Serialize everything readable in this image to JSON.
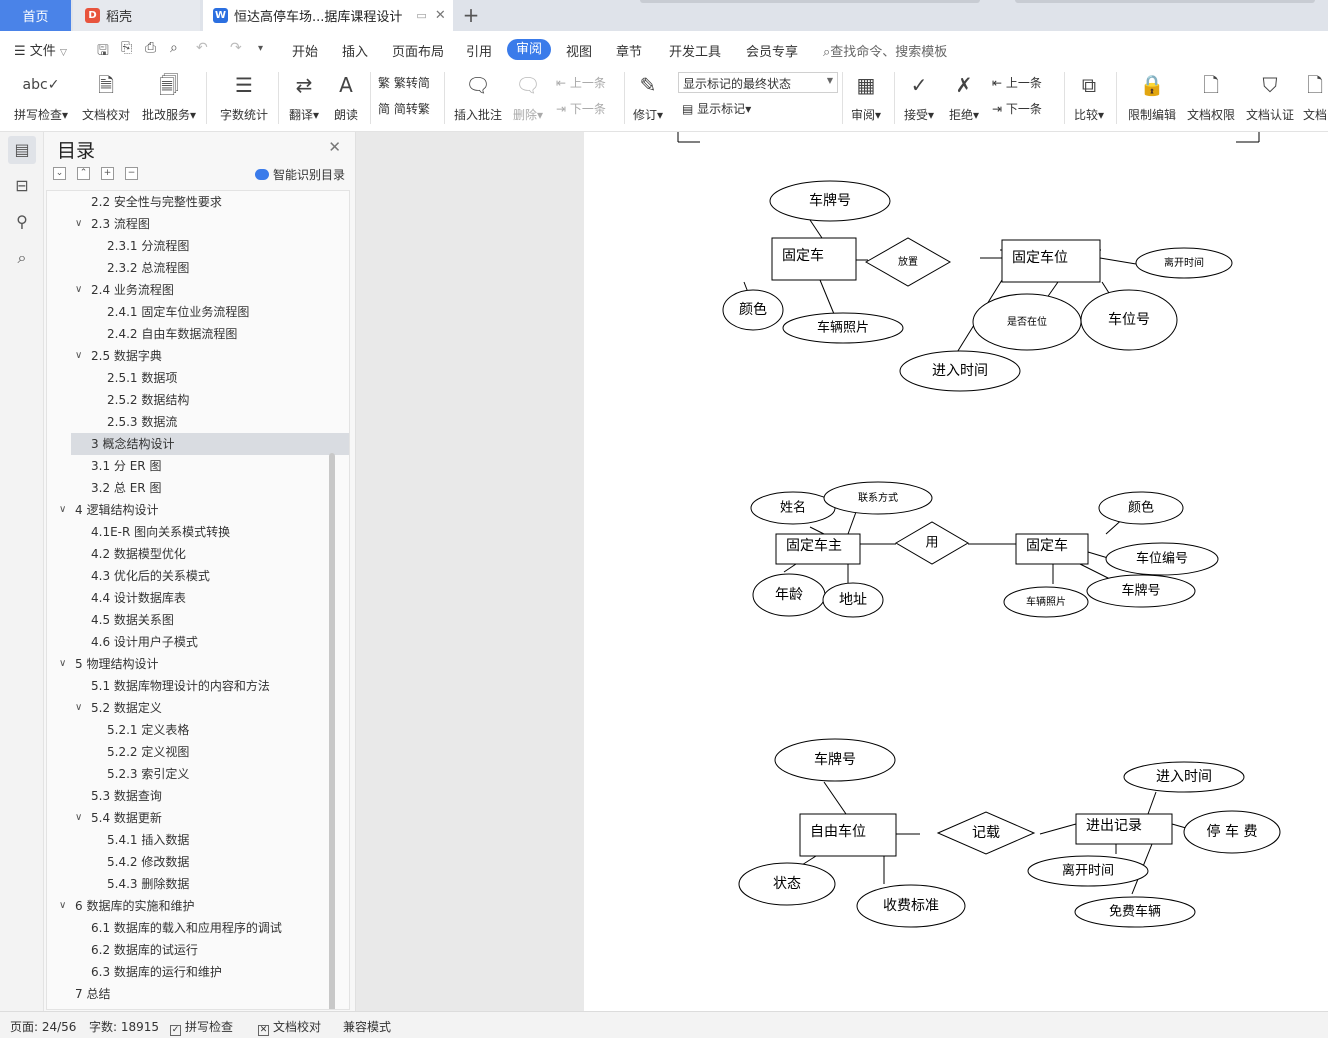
{
  "tabs": {
    "home": "首页",
    "daoke": "稻壳",
    "doc": "恒达高停车场...据库课程设计"
  },
  "menu": {
    "file": "文件",
    "items": [
      "开始",
      "插入",
      "页面布局",
      "引用",
      "审阅",
      "视图",
      "章节",
      "开发工具",
      "会员专享"
    ],
    "search": "查找命令、搜索模板"
  },
  "ribbon": {
    "spell_check": "拼写检查",
    "doc_proof": "文档校对",
    "revise_service": "批改服务",
    "word_count": "字数统计",
    "translate": "翻译",
    "read_aloud": "朗读",
    "trad_simp": "繁转简",
    "simp_trad": "简转繁",
    "insert_comment": "插入批注",
    "delete": "删除",
    "prev_comment": "上一条",
    "next_comment": "下一条",
    "track": "修订",
    "markup_state": "显示标记的最终状态",
    "show_markup": "显示标记",
    "review": "审阅",
    "accept": "接受",
    "reject": "拒绝",
    "prev_change": "上一条",
    "next_change": "下一条",
    "compare": "比较",
    "restrict": "限制编辑",
    "doc_perm": "文档权限",
    "doc_cert": "文档认证",
    "doc_more": "文档"
  },
  "toc": {
    "title": "目录",
    "smart": "智能识别目录",
    "items": [
      {
        "label": "2.2 安全性与完整性要求",
        "level": 2,
        "caret": false
      },
      {
        "label": "2.3 流程图",
        "level": 2,
        "caret": true
      },
      {
        "label": "2.3.1 分流程图",
        "level": 3,
        "caret": false
      },
      {
        "label": "2.3.2 总流程图",
        "level": 3,
        "caret": false
      },
      {
        "label": "2.4 业务流程图",
        "level": 2,
        "caret": true
      },
      {
        "label": "2.4.1 固定车位业务流程图",
        "level": 3,
        "caret": false
      },
      {
        "label": "2.4.2 自由车数据流程图",
        "level": 3,
        "caret": false
      },
      {
        "label": "2.5 数据字典",
        "level": 2,
        "caret": true
      },
      {
        "label": "2.5.1 数据项",
        "level": 3,
        "caret": false
      },
      {
        "label": "2.5.2 数据结构",
        "level": 3,
        "caret": false
      },
      {
        "label": "2.5.3  数据流",
        "level": 3,
        "caret": false
      },
      {
        "label": "3 概念结构设计",
        "level": 2,
        "caret": false,
        "selected": true
      },
      {
        "label": "3.1 分 ER 图",
        "level": 2,
        "caret": false
      },
      {
        "label": "3.2  总 ER 图",
        "level": 2,
        "caret": false
      },
      {
        "label": "4 逻辑结构设计",
        "level": 1,
        "caret": true
      },
      {
        "label": "4.1E-R 图向关系模式转换",
        "level": 2,
        "caret": false
      },
      {
        "label": "4.2 数据模型优化",
        "level": 2,
        "caret": false
      },
      {
        "label": "4.3 优化后的关系模式",
        "level": 2,
        "caret": false
      },
      {
        "label": "4.4 设计数据库表",
        "level": 2,
        "caret": false
      },
      {
        "label": "4.5 数据关系图",
        "level": 2,
        "caret": false
      },
      {
        "label": "4.6 设计用户子模式",
        "level": 2,
        "caret": false
      },
      {
        "label": "5 物理结构设计",
        "level": 1,
        "caret": true
      },
      {
        "label": "5.1 数据库物理设计的内容和方法",
        "level": 2,
        "caret": false
      },
      {
        "label": "5.2 数据定义",
        "level": 2,
        "caret": true
      },
      {
        "label": "5.2.1  定义表格",
        "level": 3,
        "caret": false
      },
      {
        "label": "5.2.2  定义视图",
        "level": 3,
        "caret": false
      },
      {
        "label": "5.2.3  索引定义",
        "level": 3,
        "caret": false
      },
      {
        "label": "5.3 数据查询",
        "level": 2,
        "caret": false
      },
      {
        "label": "5.4 数据更新",
        "level": 2,
        "caret": true
      },
      {
        "label": "5.4.1 插入数据",
        "level": 3,
        "caret": false
      },
      {
        "label": "5.4.2  修改数据",
        "level": 3,
        "caret": false
      },
      {
        "label": "5.4.3 删除数据",
        "level": 3,
        "caret": false
      },
      {
        "label": "6 数据库的实施和维护",
        "level": 1,
        "caret": true
      },
      {
        "label": "6.1 数据库的载入和应用程序的调试",
        "level": 2,
        "caret": false
      },
      {
        "label": "6.2 数据库的试运行",
        "level": 2,
        "caret": false
      },
      {
        "label": "6.3 数据库的运行和维护",
        "level": 2,
        "caret": false
      },
      {
        "label": "7 总结",
        "level": 1,
        "caret": false
      }
    ]
  },
  "er": {
    "d1": {
      "e_car": "固定车",
      "e_spot": "固定车位",
      "rel": "放置",
      "a_plate": "车牌号",
      "a_color": "颜色",
      "a_photo": "车辆照片",
      "a_leave": "离开时间",
      "a_occupied": "是否在位",
      "a_spotno": "车位号",
      "a_enter": "进入时间"
    },
    "d2": {
      "e_owner": "固定车主",
      "e_car": "固定车",
      "rel": "用",
      "a_name": "姓名",
      "a_contact": "联系方式",
      "a_age": "年龄",
      "a_addr": "地址",
      "a_color": "颜色",
      "a_spotcode": "车位编号",
      "a_plate": "车牌号",
      "a_photo": "车辆照片"
    },
    "d3": {
      "e_spot": "自由车位",
      "e_record": "进出记录",
      "rel": "记载",
      "a_plate": "车牌号",
      "a_status": "状态",
      "a_fee_std": "收费标准",
      "a_enter": "进入时间",
      "a_fee": "停 车 费",
      "a_leave": "离开时间",
      "a_free": "免费车辆"
    }
  },
  "status": {
    "page": "页面: 24/56",
    "words": "字数: 18915",
    "spell": "拼写检查",
    "proof": "文档校对",
    "mode": "兼容模式"
  },
  "colors": {
    "accent": "#3a7bea",
    "home_tab": "#4a83e8",
    "doc_icon": "#2b6fe0",
    "daoke_icon": "#e8543d"
  }
}
